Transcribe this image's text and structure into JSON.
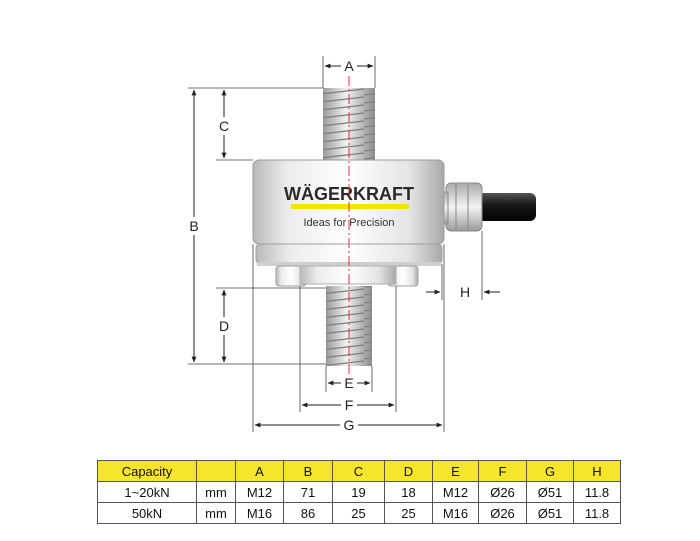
{
  "drawing": {
    "brand": "WÄGERKRAFT",
    "tagline": "Ideas for Precision",
    "dimension_labels": [
      "A",
      "B",
      "C",
      "D",
      "E",
      "F",
      "G",
      "H"
    ]
  },
  "colors": {
    "header_bg": "#f7e52b",
    "brand_stripe": "#f2e600",
    "centerline": "#e0303a"
  },
  "table": {
    "headers": [
      "Capacity",
      "",
      "A",
      "B",
      "C",
      "D",
      "E",
      "F",
      "G",
      "H"
    ],
    "rows": [
      [
        "1~20kN",
        "mm",
        "M12",
        "71",
        "19",
        "18",
        "M12",
        "Ø26",
        "Ø51",
        "11.8"
      ],
      [
        "50kN",
        "mm",
        "M16",
        "86",
        "25",
        "25",
        "M16",
        "Ø26",
        "Ø51",
        "11.8"
      ]
    ]
  }
}
